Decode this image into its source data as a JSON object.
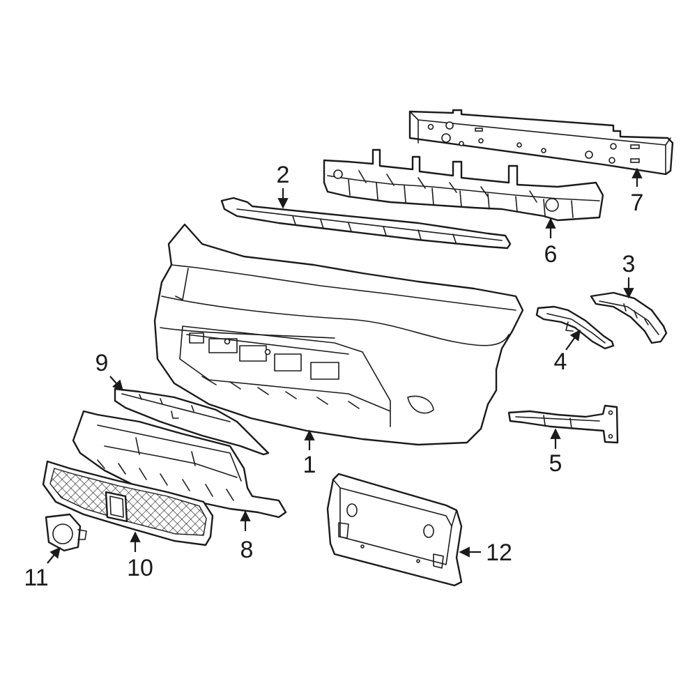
{
  "callouts": [
    {
      "id": "1",
      "label": "1"
    },
    {
      "id": "2",
      "label": "2"
    },
    {
      "id": "3",
      "label": "3"
    },
    {
      "id": "4",
      "label": "4"
    },
    {
      "id": "5",
      "label": "5"
    },
    {
      "id": "6",
      "label": "6"
    },
    {
      "id": "7",
      "label": "7"
    },
    {
      "id": "8",
      "label": "8"
    },
    {
      "id": "9",
      "label": "9"
    },
    {
      "id": "10",
      "label": "10"
    },
    {
      "id": "11",
      "label": "11"
    },
    {
      "id": "12",
      "label": "12"
    }
  ],
  "colors": {
    "line": "#1a1a1a",
    "background": "#ffffff"
  }
}
